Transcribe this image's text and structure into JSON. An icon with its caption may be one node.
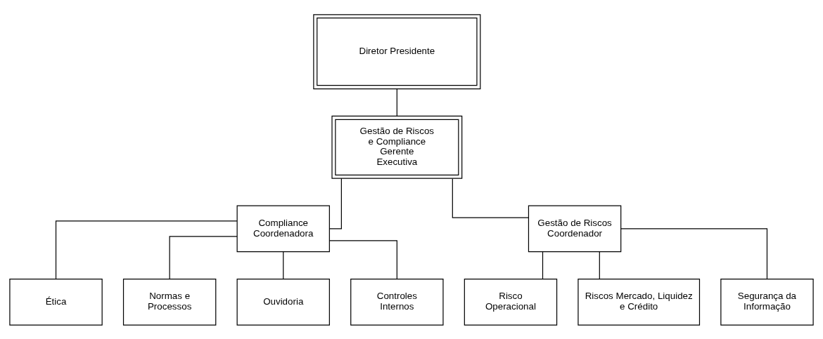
{
  "diagram": {
    "nodes": [
      {
        "text": [
          "Diretor Presidente"
        ]
      },
      {
        "text": [
          "Gestão de Riscos e Compliance",
          "Gerente Executiva"
        ]
      },
      {
        "text": [
          "Compliance",
          "Coordenadora"
        ]
      },
      {
        "text": [
          "Gestão de Riscos",
          "Coordenador"
        ]
      },
      {
        "text": [
          "Ética"
        ]
      },
      {
        "text": [
          "Normas e Processos"
        ]
      },
      {
        "text": [
          "Ouvidoria"
        ]
      },
      {
        "text": [
          "Controles Internos"
        ]
      },
      {
        "text": [
          "Risco Operacional"
        ]
      },
      {
        "text": [
          "Riscos Mercado, Liquidez e Crédito"
        ]
      },
      {
        "text": [
          "Segurança da Informação"
        ]
      }
    ],
    "edges": [
      {
        "from": 0,
        "to": 1,
        "arrow": "none"
      },
      {
        "from": 1,
        "to": 2,
        "arrow": "none"
      },
      {
        "from": 1,
        "to": 3,
        "arrow": "none"
      },
      {
        "from": 2,
        "to": 4,
        "arrow": "none"
      },
      {
        "from": 2,
        "to": 5,
        "arrow": "none"
      },
      {
        "from": 2,
        "to": 6,
        "arrow": "none"
      },
      {
        "from": 2,
        "to": 7,
        "arrow": "none"
      },
      {
        "from": 3,
        "to": 8,
        "arrow": "none"
      },
      {
        "from": 3,
        "to": 9,
        "arrow": "none"
      },
      {
        "from": 3,
        "to": 10,
        "arrow": "none"
      }
    ]
  }
}
